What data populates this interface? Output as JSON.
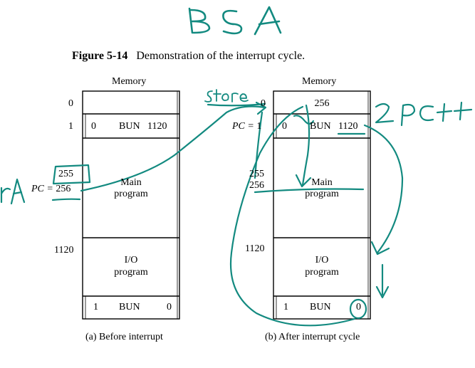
{
  "figure": {
    "number": "Figure 5-14",
    "title": "Demonstration of the interrupt cycle."
  },
  "left_panel": {
    "memory_label": "Memory",
    "address_0": "0",
    "address_1": "1",
    "address_1120": "1120",
    "addr1_content_op": "0",
    "addr1_content_instr": "BUN",
    "addr1_content_addr": "1120",
    "pc_prefix": "PC =",
    "pc_value": "256",
    "addr_255": "255",
    "main_line1": "Main",
    "main_line2": "program",
    "io_line1": "I/O",
    "io_line2": "program",
    "last_op": "1",
    "last_instr": "BUN",
    "last_addr": "0",
    "caption": "(a) Before interrupt"
  },
  "right_panel": {
    "memory_label": "Memory",
    "address_0": "0",
    "pc_prefix": "PC =",
    "pc_value": "1",
    "address_1120": "1120",
    "addr0_content": "256",
    "addr1_content_op": "0",
    "addr1_content_instr": "BUN",
    "addr1_content_addr": "1120",
    "addr_255": "255",
    "addr_256": "256",
    "main_line1": "Main",
    "main_line2": "program",
    "io_line1": "I/O",
    "io_line2": "program",
    "last_op": "1",
    "last_instr": "BUN",
    "last_addr": "0",
    "caption": "(b) After interrupt cycle"
  },
  "annotations": {
    "top": "BSA",
    "store": "store",
    "ra": "rA",
    "right": "2PC++"
  },
  "colors": {
    "ink": "#000000",
    "handwriting": "#138a80"
  }
}
